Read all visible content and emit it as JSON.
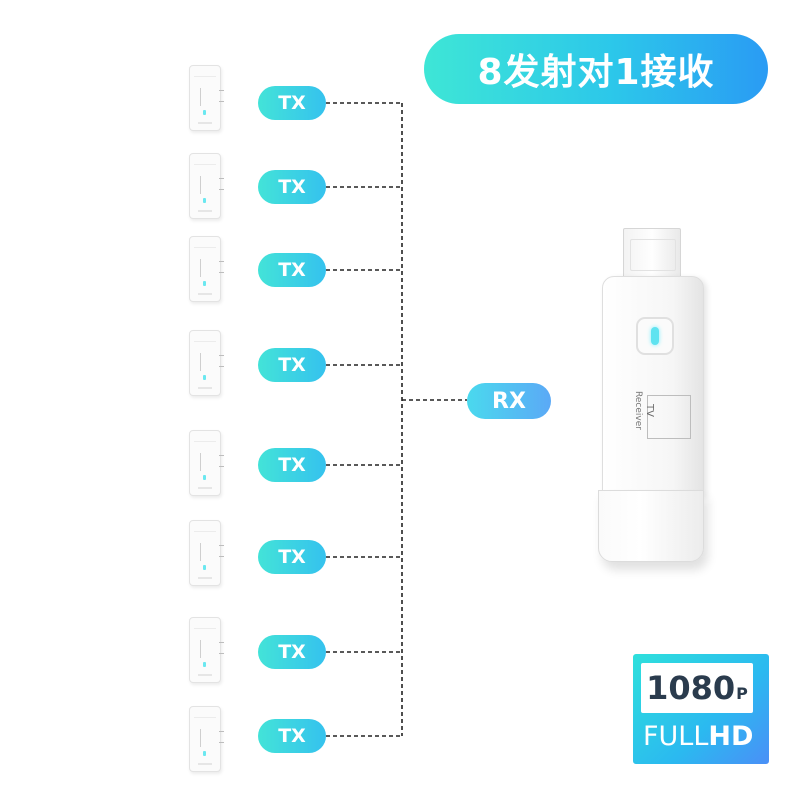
{
  "title": "8发射对1接收",
  "tx_label": "TX",
  "rx_label": "RX",
  "transmitters": [
    {
      "label": "TX"
    },
    {
      "label": "TX"
    },
    {
      "label": "TX"
    },
    {
      "label": "TX"
    },
    {
      "label": "TX"
    },
    {
      "label": "TX"
    },
    {
      "label": "TX"
    },
    {
      "label": "TX"
    }
  ],
  "receiver": {
    "label_tv": "TV",
    "label_receiver": "Receiver"
  },
  "badge": {
    "resolution": "1080",
    "suffix": "P",
    "full": "FULL",
    "hd": "HD"
  },
  "colors": {
    "accent_start": "#3ee6d6",
    "accent_end": "#2a9bf4",
    "led": "#5fe3f0"
  }
}
